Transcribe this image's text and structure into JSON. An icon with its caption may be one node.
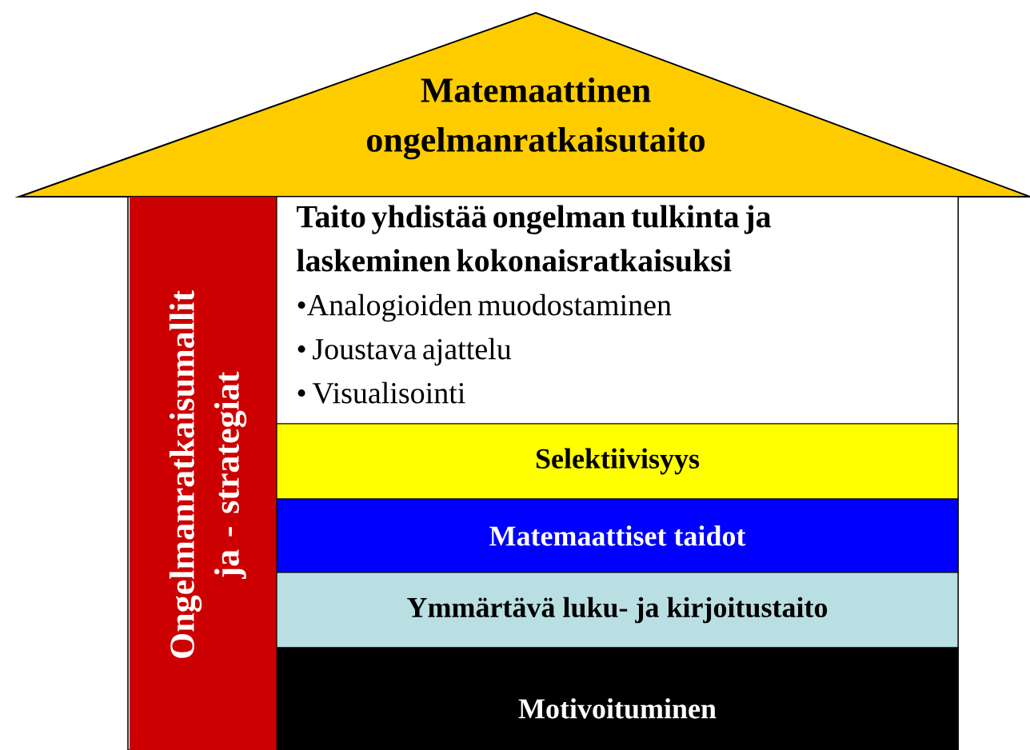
{
  "diagram": {
    "nodes": [
      {
        "text": [
          "Matemaattinen ongelmanratkaisutaito"
        ]
      },
      {
        "text": [],
        "shape": "box"
      },
      {
        "text": [
          "Ongelmanratkaisumallit ja - strategiat"
        ],
        "in": 1
      },
      {
        "text": [
          "Taito yhdistää ongelman tulkinta ja laskeminen kokonaisratkaisuksi",
          "•Analogioiden muodostaminen",
          "• Joustava ajattelu",
          "• Visualisointi"
        ],
        "in": 1
      },
      {
        "text": [
          "Selektiivisyys"
        ],
        "in": 1
      },
      {
        "text": [
          "Matemaattiset taidot"
        ],
        "in": 1
      },
      {
        "text": [
          "Ymmärtävä luku- ja kirjoitustaito"
        ],
        "in": 1
      },
      {
        "text": [
          "Motivoituminen"
        ],
        "in": 1
      }
    ]
  }
}
